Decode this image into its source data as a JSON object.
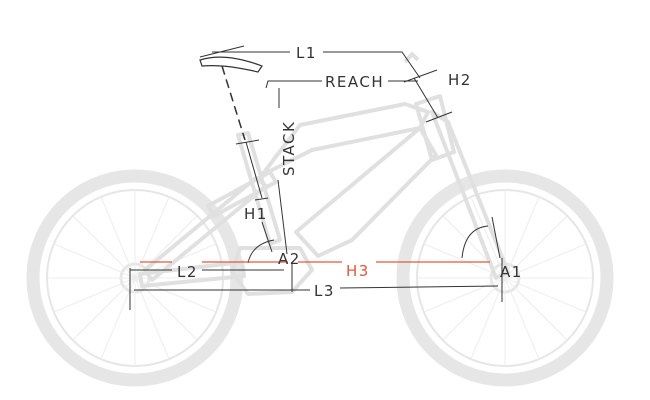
{
  "diagram": {
    "labels": {
      "l1": "L1",
      "reach": "REACH",
      "h2": "H2",
      "stack": "STACK",
      "h1": "H1",
      "a2": "A2",
      "l2": "L2",
      "h3": "H3",
      "a1": "A1",
      "l3": "L3"
    },
    "colors": {
      "bike_silhouette": "#e6e6e6",
      "dimension_lines": "#333333",
      "accent": "#e05a3c"
    }
  }
}
